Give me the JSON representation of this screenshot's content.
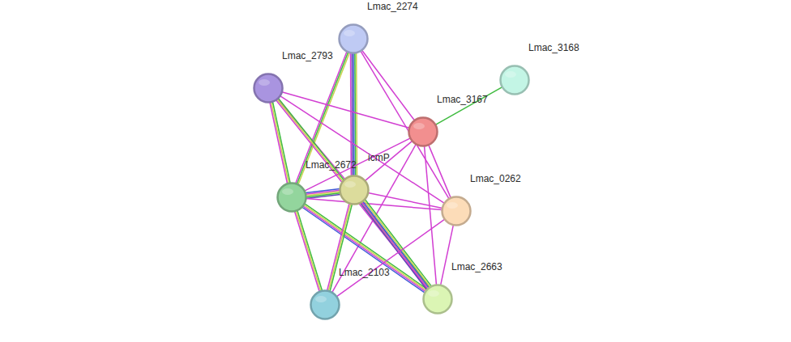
{
  "diagram": {
    "nodes": [
      {
        "text": [
          "Lmac_2274"
        ]
      },
      {
        "text": [
          "Lmac_3168"
        ]
      },
      {
        "text": [
          "Lmac_2793"
        ]
      },
      {
        "text": [
          "Lmac_3167"
        ]
      },
      {
        "text": [
          "icmP"
        ]
      },
      {
        "text": [
          "Lmac_2672"
        ]
      },
      {
        "text": [
          "Lmac_0262"
        ]
      },
      {
        "text": [
          "Lmac_2663"
        ]
      },
      {
        "text": [
          "Lmac_2103"
        ]
      }
    ],
    "edges": [
      {
        "from": 0,
        "to": 4,
        "arrow": "none"
      },
      {
        "from": 0,
        "to": 5,
        "arrow": "none"
      },
      {
        "from": 0,
        "to": 3,
        "arrow": "none"
      },
      {
        "from": 0,
        "to": 6,
        "arrow": "none"
      },
      {
        "from": 3,
        "to": 1,
        "arrow": "none"
      },
      {
        "from": 2,
        "to": 5,
        "arrow": "none"
      },
      {
        "from": 2,
        "to": 4,
        "arrow": "none"
      },
      {
        "from": 2,
        "to": 7,
        "arrow": "none"
      },
      {
        "from": 2,
        "to": 3,
        "arrow": "none"
      },
      {
        "from": 2,
        "to": 6,
        "arrow": "none"
      },
      {
        "from": 3,
        "to": 5,
        "arrow": "none"
      },
      {
        "from": 3,
        "to": 4,
        "arrow": "none"
      },
      {
        "from": 3,
        "to": 6,
        "arrow": "none"
      },
      {
        "from": 3,
        "to": 7,
        "arrow": "none"
      },
      {
        "from": 3,
        "to": 8,
        "arrow": "none"
      },
      {
        "from": 5,
        "to": 4,
        "arrow": "none"
      },
      {
        "from": 5,
        "to": 6,
        "arrow": "none"
      },
      {
        "from": 4,
        "to": 6,
        "arrow": "none"
      },
      {
        "from": 5,
        "to": 8,
        "arrow": "none"
      },
      {
        "from": 5,
        "to": 7,
        "arrow": "none"
      },
      {
        "from": 4,
        "to": 8,
        "arrow": "none"
      },
      {
        "from": 4,
        "to": 7,
        "arrow": "none"
      },
      {
        "from": 6,
        "to": 8,
        "arrow": "none"
      },
      {
        "from": 6,
        "to": 7,
        "arrow": "none"
      }
    ]
  }
}
